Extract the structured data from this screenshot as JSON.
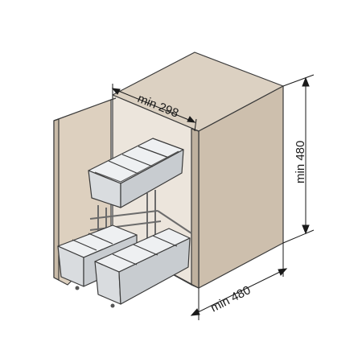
{
  "dimensions": {
    "top_width": "min 298",
    "right_height": "min 480",
    "bottom_depth": "min 480"
  },
  "colors": {
    "cabinet_side": "#cdbfad",
    "cabinet_top": "#dcd1c2",
    "cabinet_interior": "#ece5dc",
    "door": "#ddd0bf",
    "basket_body": "#d9dcdf",
    "basket_outline": "#3a3a3a",
    "frame": "#6b6b6b"
  }
}
